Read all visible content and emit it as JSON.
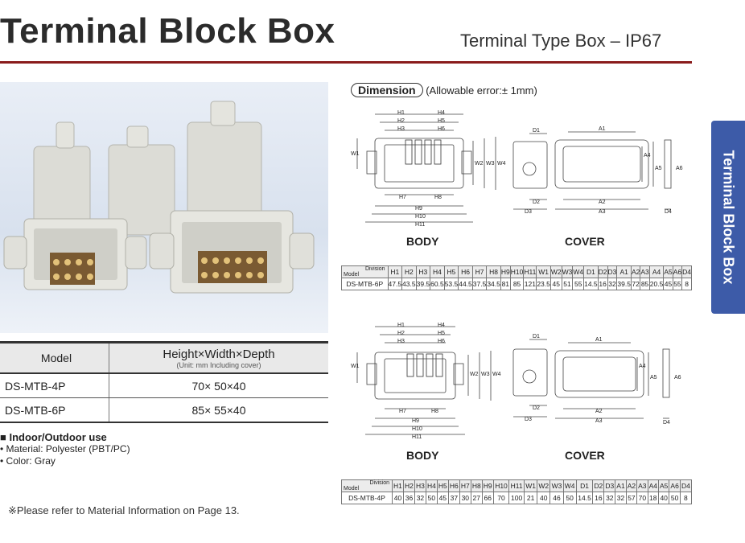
{
  "header": {
    "title": "Terminal Block Box",
    "subtitle": "Terminal Type Box – IP67"
  },
  "side_tab": {
    "label": "Terminal Block Box"
  },
  "model_table": {
    "col_model": "Model",
    "col_dims": "Height×Width×Depth",
    "col_dims_sub": "(Unit: mm Including cover)",
    "rows": [
      {
        "model": "DS-MTB-4P",
        "dims": "70× 50×40"
      },
      {
        "model": "DS-MTB-6P",
        "dims": "85× 55×40"
      }
    ]
  },
  "features": {
    "heading": "Indoor/Outdoor use",
    "items": [
      "• Material: Polyester (PBT/PC)",
      "• Color: Gray"
    ]
  },
  "note": "※Please refer to Material Information on Page 13.",
  "dimension": {
    "pill": "Dimension",
    "allowance": "(Allowable error:± 1mm)"
  },
  "drawings": {
    "body_label": "BODY",
    "cover_label": "COVER",
    "labels": {
      "h1": "H1",
      "h2": "H2",
      "h3": "H3",
      "h4": "H4",
      "h5": "H5",
      "h6": "H6",
      "h7": "H7",
      "h8": "H8",
      "h9": "H9",
      "h10": "H10",
      "h11": "H11",
      "w1": "W1",
      "w2": "W2",
      "w3": "W3",
      "w4": "W4",
      "d1": "D1",
      "d2": "D2",
      "d3": "D3",
      "d4": "D4",
      "a1": "A1",
      "a2": "A2",
      "a3": "A3",
      "a4": "A4",
      "a5": "A5",
      "a6": "A6"
    }
  },
  "spec_table": {
    "division": "Division",
    "model": "Model",
    "columns": [
      "H1",
      "H2",
      "H3",
      "H4",
      "H5",
      "H6",
      "H7",
      "H8",
      "H9",
      "H10",
      "H11",
      "W1",
      "W2",
      "W3",
      "W4",
      "D1",
      "D2",
      "D3",
      "A1",
      "A2",
      "A3",
      "A4",
      "A5",
      "A6",
      "D4"
    ],
    "tables": [
      {
        "model": "DS-MTB-6P",
        "values": [
          "47.5",
          "43.5",
          "39.5",
          "60.5",
          "53.5",
          "44.5",
          "37.5",
          "34.5",
          "81",
          "85",
          "121",
          "23.5",
          "45",
          "51",
          "55",
          "14.5",
          "16",
          "32",
          "39.5",
          "72",
          "85",
          "20.5",
          "45",
          "55",
          "8"
        ]
      },
      {
        "model": "DS-MTB-4P",
        "values": [
          "40",
          "36",
          "32",
          "50",
          "45",
          "37",
          "30",
          "27",
          "66",
          "70",
          "100",
          "21",
          "40",
          "46",
          "50",
          "14.5",
          "16",
          "32",
          "32",
          "57",
          "70",
          "18",
          "40",
          "50",
          "8"
        ]
      }
    ]
  }
}
